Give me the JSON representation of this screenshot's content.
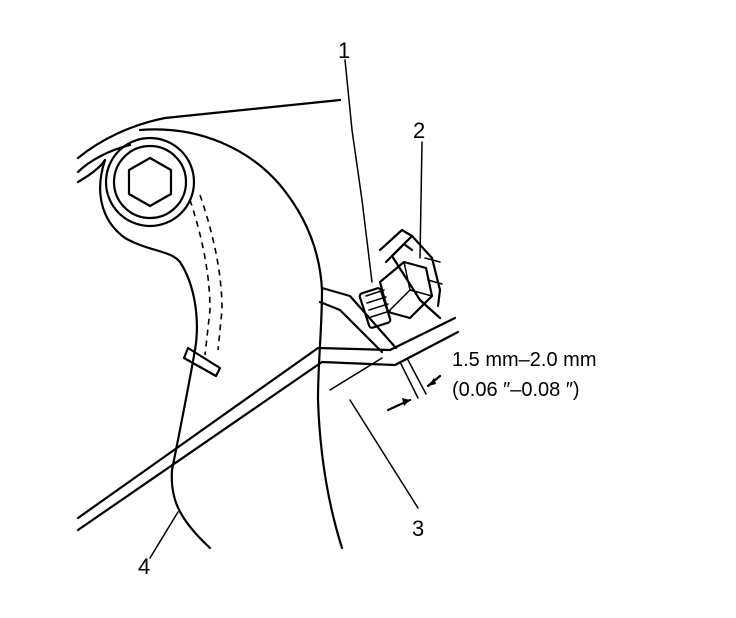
{
  "callouts": {
    "c1": "1",
    "c2": "2",
    "c3": "3",
    "c4": "4"
  },
  "dimension": {
    "metric": "1.5 mm–2.0 mm",
    "imperial": "(0.06 ″–0.08 ″)"
  }
}
